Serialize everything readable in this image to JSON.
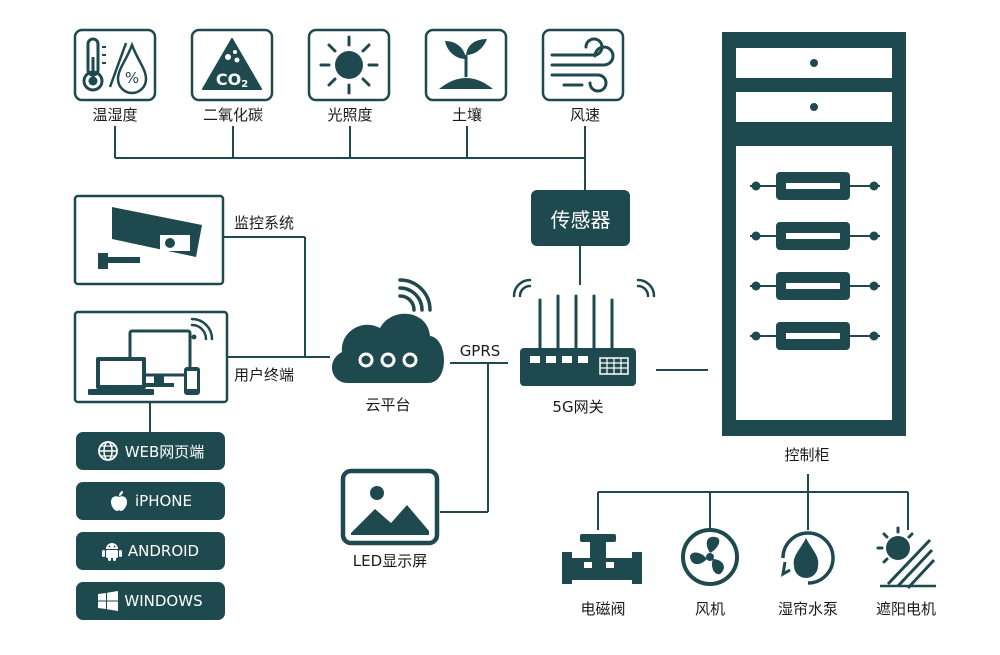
{
  "colors": {
    "primary": "#1e4a4f",
    "background": "#ffffff",
    "line": "#1e4a4f"
  },
  "sensors": [
    {
      "label": "温湿度",
      "icon": "thermometer-humidity-icon"
    },
    {
      "label": "二氧化碳",
      "icon": "co2-icon",
      "icon_text": "CO2"
    },
    {
      "label": "光照度",
      "icon": "sun-icon"
    },
    {
      "label": "土壤",
      "icon": "soil-sprout-icon"
    },
    {
      "label": "风速",
      "icon": "wind-icon"
    }
  ],
  "sensor_hub": {
    "label": "传感器"
  },
  "monitor": {
    "label": "监控系统",
    "icon": "security-camera-icon"
  },
  "user_terminal": {
    "label": "用户终端",
    "icon": "devices-icon"
  },
  "cloud": {
    "label": "云平台",
    "icon": "cloud-icon"
  },
  "gprs": {
    "label": "GPRS"
  },
  "gateway": {
    "label": "5G网关",
    "icon": "router-icon"
  },
  "led": {
    "label": "LED显示屏",
    "icon": "image-icon"
  },
  "cabinet": {
    "label": "控制柜",
    "icon": "control-cabinet-icon"
  },
  "platforms": [
    {
      "label": "WEB网页端",
      "icon": "globe-icon"
    },
    {
      "label": "iPHONE",
      "icon": "apple-icon"
    },
    {
      "label": "ANDROID",
      "icon": "android-icon"
    },
    {
      "label": "WINDOWS",
      "icon": "windows-icon"
    }
  ],
  "actuators": [
    {
      "label": "电磁阀",
      "icon": "valve-icon"
    },
    {
      "label": "风机",
      "icon": "fan-icon"
    },
    {
      "label": "湿帘水泵",
      "icon": "water-pump-icon"
    },
    {
      "label": "遮阳电机",
      "icon": "sunshade-motor-icon"
    }
  ]
}
